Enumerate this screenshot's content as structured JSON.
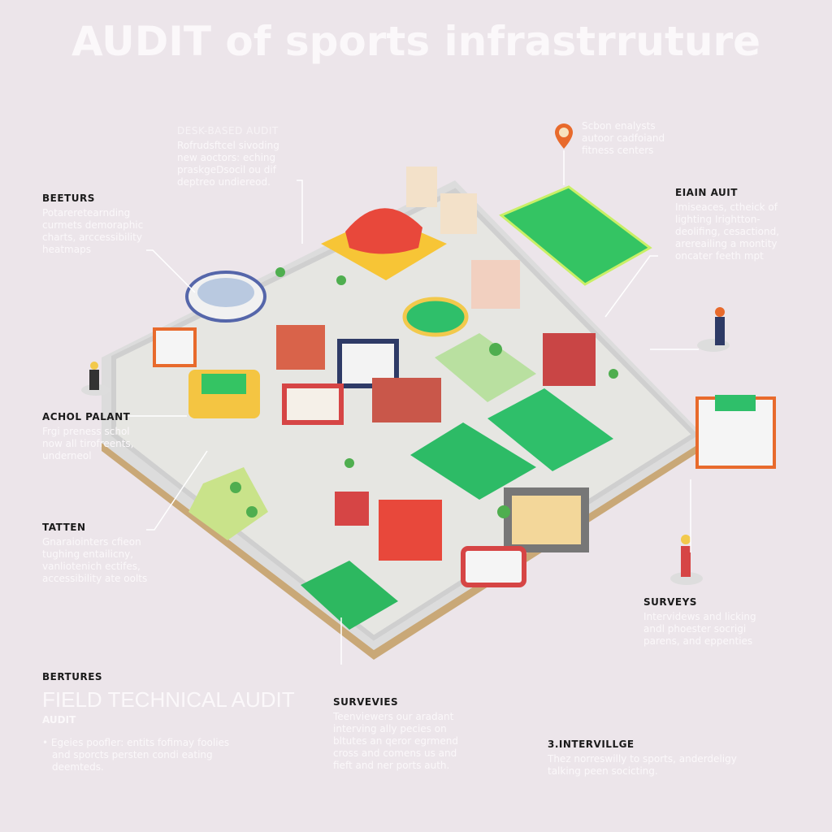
{
  "title": "AUDIT of sports infrastrruture",
  "blocks": {
    "desk": {
      "heading": "DESK-BASED AUDIT",
      "body": [
        "Rofrudsftcel sivoding",
        "new aoctors: eching",
        "praskgeDsocil ou dif",
        "deptreo undiereod."
      ]
    },
    "beeturs": {
      "heading": "BEETURS",
      "body": [
        "Potareretearnding",
        "curmets demoraphic",
        "charts, arccessibility",
        "heatmaps"
      ]
    },
    "scan": {
      "body": [
        "Scbon enalysts",
        "autoor cadfoiand",
        "fitness centers"
      ]
    },
    "eiain": {
      "heading": "EIAIN AUIT",
      "body": [
        "Imiseaces, ctheick of",
        "lighting Irightton-",
        "deolifing, cesactiond,",
        "arereailing a montity",
        "oncater feeth mpt"
      ]
    },
    "achol": {
      "heading": "ACHOL PALANT",
      "body": [
        "Frgi preness schol",
        "now all tirofreents,",
        "underneol"
      ]
    },
    "tatten": {
      "heading": "TATTEN",
      "body": [
        "Gnaraiointers cfieon",
        "tughing entailicny,",
        "vanliotenich ectifes,",
        "accessibility ate oolts"
      ]
    },
    "surveys": {
      "heading": "SURVEYS",
      "body": [
        "Intervidews and licking",
        "andl phoester socrigi",
        "parens, and eppenties"
      ]
    },
    "bertures": {
      "heading": "BERTURES",
      "big": "FIELD TECHNICAL AUDIT",
      "sub": "AUDIT",
      "bullet": [
        "• Egeies poofler: entits fofimay foolies",
        "and sporcts persten condi eating",
        "deemteds."
      ]
    },
    "survevies": {
      "heading": "SURVEVIES",
      "body": [
        "Teenviewers our aradant",
        "interving ally pecies on",
        "bltutes an qeror egrmend",
        "cross and comens us and",
        "fieft and ner ports auth."
      ]
    },
    "interv": {
      "heading": "3.INTERVILLGE",
      "body": [
        "Thez norreswilly to sports, anderdeligy",
        "talking peen socicting."
      ]
    }
  },
  "icons": [
    "map-pin-icon",
    "worker-icon",
    "building-icon"
  ],
  "colors": {
    "background": "#ece5ea",
    "field": "#2fbf5f",
    "roof": "#e8483b",
    "pin": "#e86a2c"
  }
}
